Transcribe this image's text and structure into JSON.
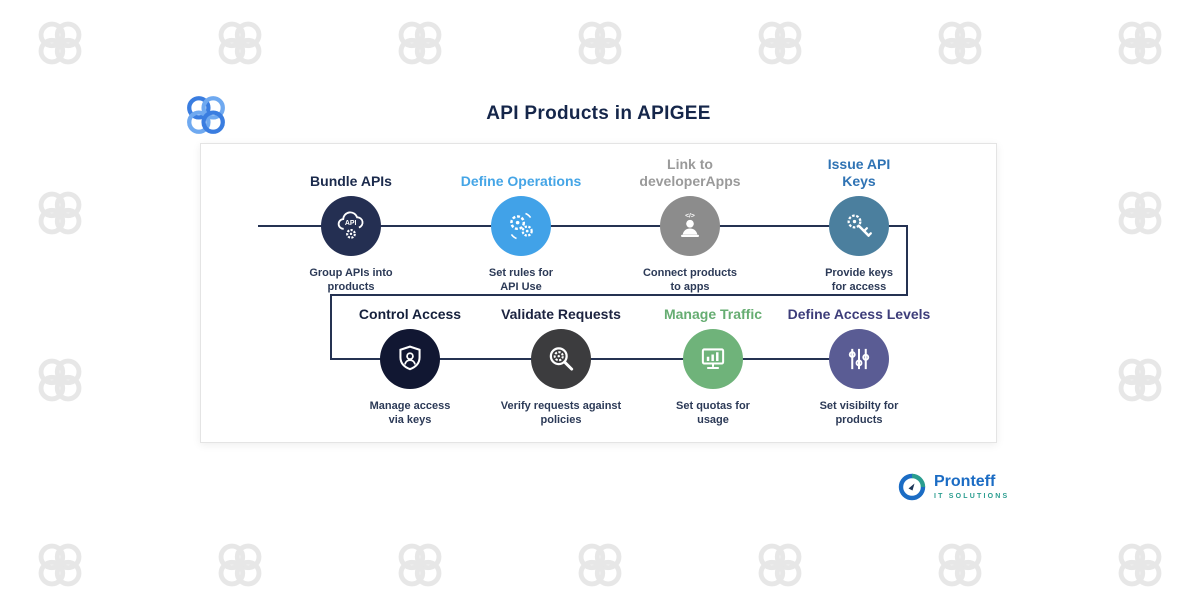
{
  "page": {
    "title": "API Products in APIGEE"
  },
  "colors": {
    "title_text": "#15264a",
    "subtitle_text": "#2c3a57",
    "connector_line": "#253252",
    "watermark": "#e7e7e7",
    "card_border": "#e4e4e4",
    "logo_blue_dark": "#3a7de0",
    "logo_blue_light": "#6fa9f0"
  },
  "steps": [
    {
      "title": "Bundle APIs",
      "subtitle": "Group APIs into\nproducts",
      "title_color": "#1b2a4c",
      "circle_color": "#242f52",
      "icon": "cloud-api-icon"
    },
    {
      "title": "Define Operations",
      "subtitle": "Set rules for\nAPI Use",
      "title_color": "#45a5e6",
      "circle_color": "#41a2e8",
      "icon": "gears-icon"
    },
    {
      "title": "Link to\ndeveloperApps",
      "subtitle": "Connect products\nto apps",
      "title_color": "#9a9a9a",
      "circle_color": "#8c8c8c",
      "icon": "developer-icon"
    },
    {
      "title": "Issue API\nKeys",
      "subtitle": "Provide keys\nfor access",
      "title_color": "#2f73b4",
      "circle_color": "#4b7f9e",
      "icon": "key-icon"
    },
    {
      "title": "Control Access",
      "subtitle": "Manage access\nvia keys",
      "title_color": "#15203c",
      "circle_color": "#111732",
      "icon": "shield-user-icon"
    },
    {
      "title": "Validate Requests",
      "subtitle": "Verify requests against\npolicies",
      "title_color": "#1c2340",
      "circle_color": "#3c3c3e",
      "icon": "search-gear-icon"
    },
    {
      "title": "Manage Traffic",
      "subtitle": "Set quotas for\nusage",
      "title_color": "#66ad72",
      "circle_color": "#6fb37a",
      "icon": "traffic-monitor-icon"
    },
    {
      "title": "Define Access Levels",
      "subtitle": "Set visibilty for\nproducts",
      "title_color": "#3d3d7a",
      "circle_color": "#5a5c94",
      "icon": "sliders-icon"
    }
  ],
  "footer": {
    "brand_name": "Pronteff",
    "brand_tagline": "IT SOLUTIONS",
    "brand_blue": "#1b6cc4",
    "brand_teal": "#2a9d8f"
  }
}
